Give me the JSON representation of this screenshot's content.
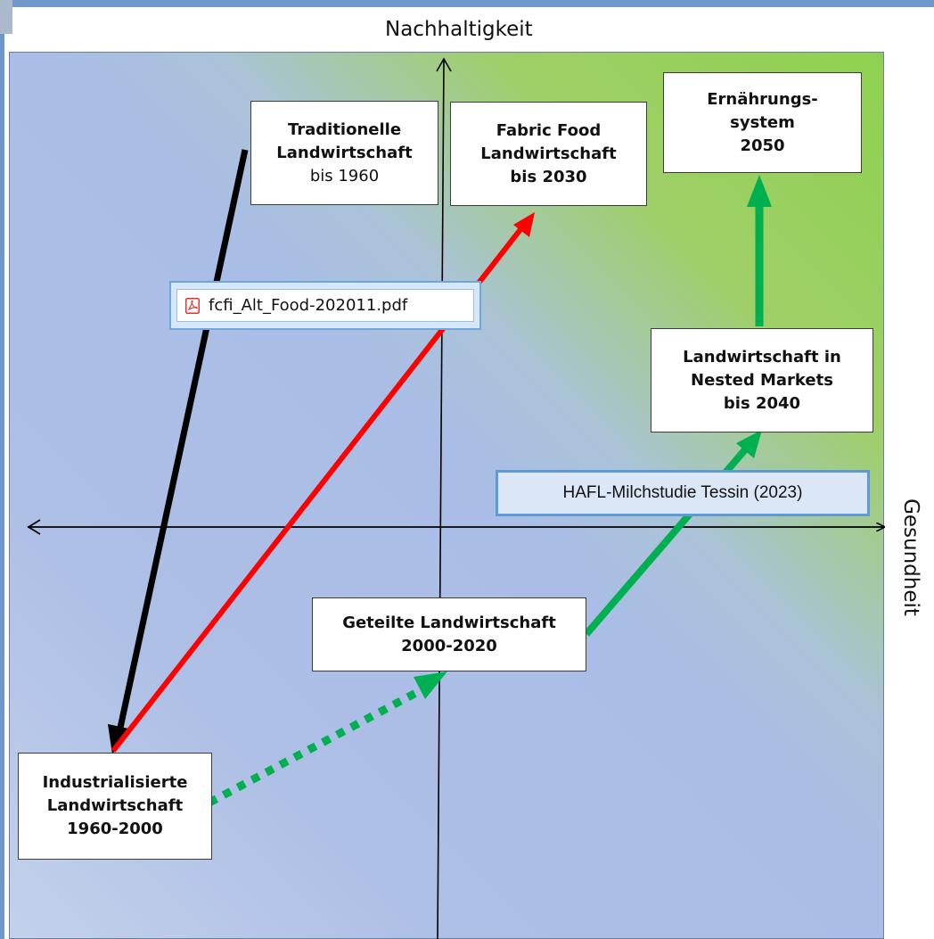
{
  "axes": {
    "y_label": "Nachhaltigkeit",
    "x_label": "Gesundheit"
  },
  "boxes": {
    "traditionelle": {
      "line1": "Traditionelle",
      "line2": "Landwirtschaft",
      "line3": "bis 1960"
    },
    "fabric": {
      "line1": "Fabric Food",
      "line2": "Landwirtschaft",
      "line3": "bis 2030"
    },
    "ernaehrung": {
      "line1": "Ernährungs-",
      "line2": "system",
      "line3": "2050"
    },
    "nested": {
      "line1": "Landwirtschaft in",
      "line2": "Nested Markets",
      "line3": "bis 2040"
    },
    "geteilte": {
      "line1": "Geteilte Landwirtschaft",
      "line2": "2000-2020"
    },
    "industrial": {
      "line1": "Industrialisierte",
      "line2": "Landwirtschaft",
      "line3": "1960-2000"
    }
  },
  "file_attachment": {
    "name": "fcfi_Alt_Food-202011.pdf",
    "icon": "pdf-icon"
  },
  "study_label": "HAFL-Milchstudie Tessin (2023)",
  "colors": {
    "traditional_arrow": "#000000",
    "fabric_arrow": "#ff0000",
    "transition_arrow": "#00b050",
    "background_green": "#8ed14f",
    "background_blue": "#a9bde6"
  }
}
